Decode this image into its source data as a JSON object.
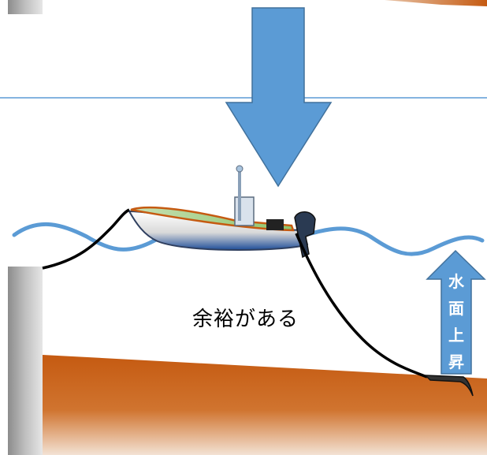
{
  "labels": {
    "slack_text": "余裕がある",
    "water_rise_chars": [
      "水",
      "面",
      "上",
      "昇"
    ]
  },
  "colors": {
    "down_arrow": "#5B9BD5",
    "up_arrow": "#5B9BD5",
    "water_line": "#5B9BD5",
    "wave": "#5B9BD5",
    "seabed": "#C55A11",
    "rope": "#000000",
    "pier": "#A6A6A6"
  }
}
